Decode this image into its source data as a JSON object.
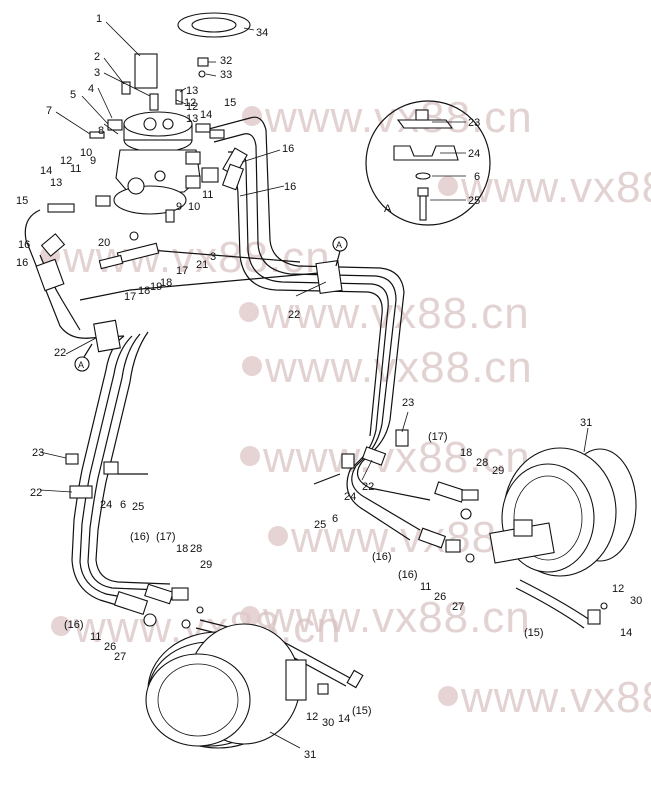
{
  "watermark": {
    "text": "www.vx88.cn",
    "color": "#d9c3c3"
  },
  "inset": {
    "letter": "A"
  },
  "view_markers": [
    {
      "id": "marker-top",
      "letter": "A"
    },
    {
      "id": "marker-left",
      "letter": "A"
    }
  ],
  "callouts": [
    {
      "id": "c1",
      "text": "1"
    },
    {
      "id": "c2",
      "text": "2"
    },
    {
      "id": "c3",
      "text": "3"
    },
    {
      "id": "c4",
      "text": "4"
    },
    {
      "id": "c5",
      "text": "5"
    },
    {
      "id": "c7",
      "text": "7"
    },
    {
      "id": "c8",
      "text": "8"
    },
    {
      "id": "c9",
      "text": "9"
    },
    {
      "id": "c9b",
      "text": "9"
    },
    {
      "id": "c10",
      "text": "10"
    },
    {
      "id": "c10b",
      "text": "10"
    },
    {
      "id": "c11",
      "text": "11"
    },
    {
      "id": "c11b",
      "text": "11"
    },
    {
      "id": "c12",
      "text": "12"
    },
    {
      "id": "c12b",
      "text": "12"
    },
    {
      "id": "c13",
      "text": "13"
    },
    {
      "id": "c13b",
      "text": "13"
    },
    {
      "id": "c14",
      "text": "14"
    },
    {
      "id": "c14b",
      "text": "14"
    },
    {
      "id": "c15",
      "text": "15"
    },
    {
      "id": "c15b",
      "text": "15"
    },
    {
      "id": "c16",
      "text": "16"
    },
    {
      "id": "c16b",
      "text": "16"
    },
    {
      "id": "c16c",
      "text": "16"
    },
    {
      "id": "c16d",
      "text": "16"
    },
    {
      "id": "c17",
      "text": "17"
    },
    {
      "id": "c17b",
      "text": "17"
    },
    {
      "id": "c18",
      "text": "18"
    },
    {
      "id": "c18b",
      "text": "18"
    },
    {
      "id": "c19",
      "text": "19"
    },
    {
      "id": "c20",
      "text": "20"
    },
    {
      "id": "c21",
      "text": "21"
    },
    {
      "id": "c3b",
      "text": "3"
    },
    {
      "id": "c22",
      "text": "22"
    },
    {
      "id": "c22b",
      "text": "22"
    },
    {
      "id": "c22c",
      "text": "22"
    },
    {
      "id": "c22d",
      "text": "22"
    },
    {
      "id": "c23",
      "text": "23"
    },
    {
      "id": "c23b",
      "text": "23"
    },
    {
      "id": "c23i",
      "text": "23"
    },
    {
      "id": "c24",
      "text": "24"
    },
    {
      "id": "c24b",
      "text": "24"
    },
    {
      "id": "c24i",
      "text": "24"
    },
    {
      "id": "c6",
      "text": "6"
    },
    {
      "id": "c6b",
      "text": "6"
    },
    {
      "id": "c6i",
      "text": "6"
    },
    {
      "id": "c25",
      "text": "25"
    },
    {
      "id": "c25b",
      "text": "25"
    },
    {
      "id": "c25i",
      "text": "25"
    },
    {
      "id": "c32",
      "text": "32"
    },
    {
      "id": "c33",
      "text": "33"
    },
    {
      "id": "c34",
      "text": "34"
    },
    {
      "id": "c12c",
      "text": "12"
    },
    {
      "id": "c13c",
      "text": "13"
    },
    {
      "id": "r17",
      "text": "(17)"
    },
    {
      "id": "r18",
      "text": "18"
    },
    {
      "id": "r28",
      "text": "28"
    },
    {
      "id": "r29",
      "text": "29"
    },
    {
      "id": "r31",
      "text": "31"
    },
    {
      "id": "r16",
      "text": "(16)"
    },
    {
      "id": "r16b",
      "text": "(16)"
    },
    {
      "id": "r11",
      "text": "11"
    },
    {
      "id": "r26",
      "text": "26"
    },
    {
      "id": "r27",
      "text": "27"
    },
    {
      "id": "r12",
      "text": "12"
    },
    {
      "id": "r30",
      "text": "30"
    },
    {
      "id": "r15",
      "text": "(15)"
    },
    {
      "id": "r14",
      "text": "14"
    },
    {
      "id": "l16",
      "text": "(16)"
    },
    {
      "id": "l17",
      "text": "(17)"
    },
    {
      "id": "l18",
      "text": "18"
    },
    {
      "id": "l28",
      "text": "28"
    },
    {
      "id": "l29",
      "text": "29"
    },
    {
      "id": "l16b",
      "text": "(16)"
    },
    {
      "id": "l11",
      "text": "11"
    },
    {
      "id": "l26",
      "text": "26"
    },
    {
      "id": "l27",
      "text": "27"
    },
    {
      "id": "l12",
      "text": "12"
    },
    {
      "id": "l30",
      "text": "30"
    },
    {
      "id": "l14",
      "text": "14"
    },
    {
      "id": "l15",
      "text": "(15)"
    },
    {
      "id": "l31",
      "text": "31"
    }
  ]
}
